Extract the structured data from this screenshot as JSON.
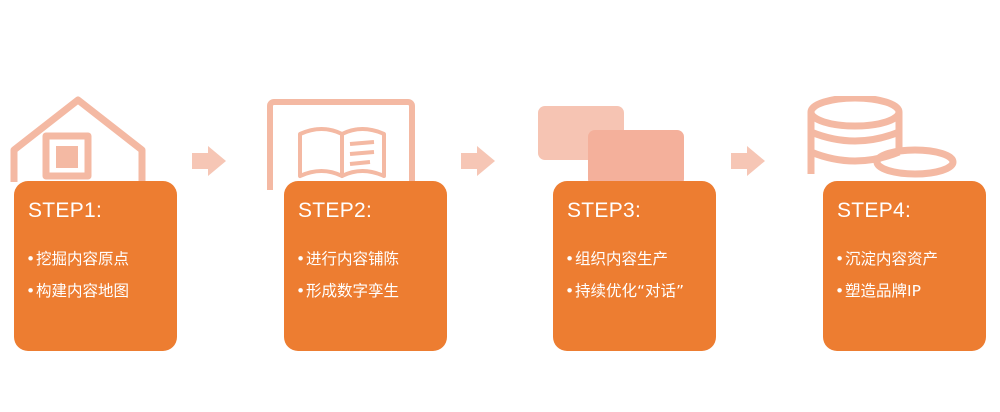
{
  "colors": {
    "card": "#ed7d31",
    "illustration": "#f4b9a3",
    "arrow": "#f6c6b5",
    "text": "#ffffff"
  },
  "steps": [
    {
      "title": "STEP1:",
      "icon": "house-icon",
      "bullets": [
        "挖掘内容原点",
        "构建内容地图"
      ]
    },
    {
      "title": "STEP2:",
      "icon": "book-icon",
      "bullets": [
        "进行内容铺陈",
        "形成数字孪生"
      ]
    },
    {
      "title": "STEP3:",
      "icon": "chat-bubbles-icon",
      "bullets": [
        "组织内容生产",
        "持续优化“对话”"
      ]
    },
    {
      "title": "STEP4:",
      "icon": "coins-icon",
      "bullets": [
        "沉淀内容资产",
        "塑造品牌IP"
      ]
    }
  ]
}
